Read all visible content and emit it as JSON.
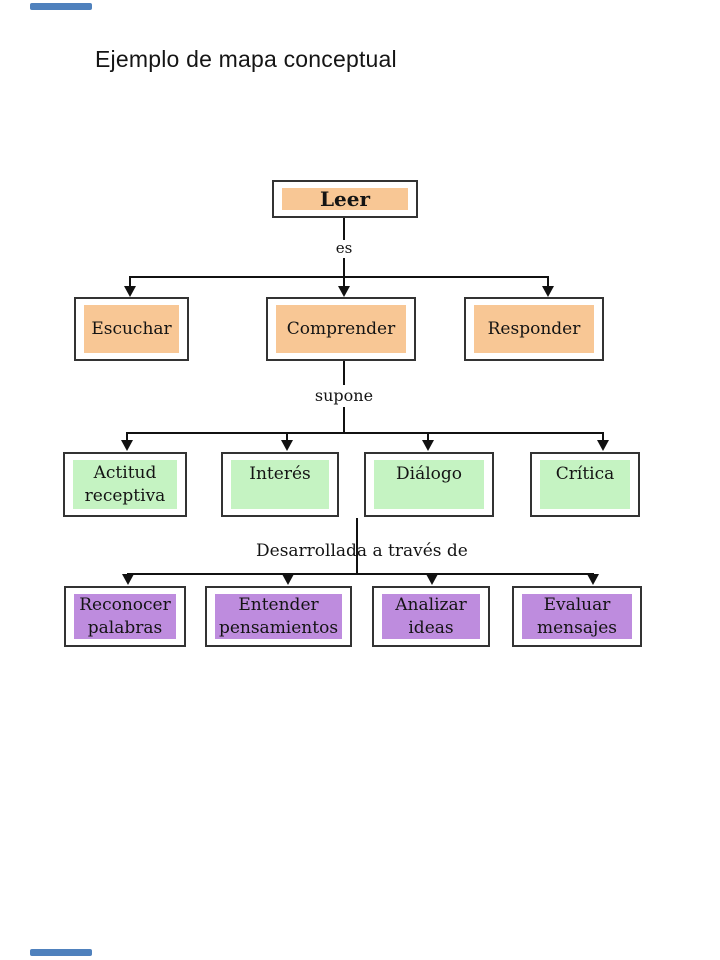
{
  "slide": {
    "title": "Ejemplo de mapa conceptual"
  },
  "colors": {
    "level1_fill": "#F8C795",
    "level2_fill": "#F8C795",
    "level3_fill": "#C5F3C2",
    "level4_fill": "#BE8CDE",
    "box_border": "#333333",
    "connector_line": "#111111",
    "accent_bar": "#4F81BD"
  },
  "diagram": {
    "root": "Leer",
    "connector1": "es",
    "level2": [
      "Escuchar",
      "Comprender",
      "Responder"
    ],
    "connector2": "supone",
    "level3": [
      "Actitud receptiva",
      "Interés",
      "Diálogo",
      "Crítica"
    ],
    "connector3": "Desarrollada a través de",
    "level4": [
      "Reconocer palabras",
      "Entender pensamientos",
      "Analizar ideas",
      "Evaluar mensajes"
    ]
  }
}
